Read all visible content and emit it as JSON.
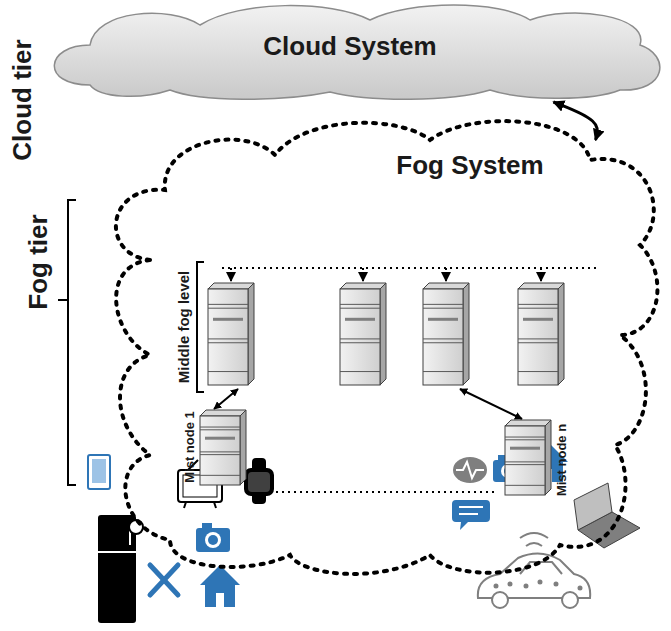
{
  "diagram": {
    "nodes": [
      {
        "text": [
          "Cloud System"
        ]
      },
      {
        "text": [
          "Fog System"
        ]
      },
      {
        "text": [
          "Mist node 1"
        ],
        "in": 1
      },
      {
        "text": [
          "Mist node n"
        ],
        "in": 1
      }
    ],
    "edges": [
      {
        "from": 1,
        "to": 0,
        "arrow": "both"
      }
    ],
    "labels": [
      "Cloud tier",
      "Fog tier",
      "Middle fog level"
    ]
  }
}
